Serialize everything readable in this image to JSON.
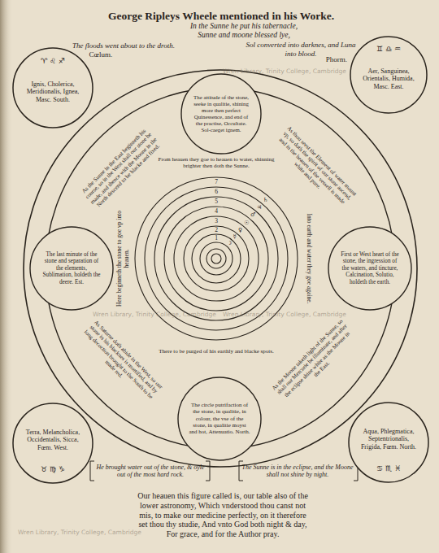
{
  "diagram": {
    "title": "George Ripleys Wheele mentioned in his Worke.",
    "caption": "Our heauen this figure called is, our table also of the lower astronomy, Which vnderstood thou canst not mis, to make our medicine perfectly, on it therefore set thou thy studie, And vnto God both night & day, For grace, and for the Author pray.",
    "nodes": [
      {
        "text": [
          "♈ ♌ ♐",
          "Ignis, Cholerica, Meridionalis, Ignea, Masc. South."
        ]
      },
      {
        "text": [
          "♊ ♎ ♒",
          "Aer, Sanguinea, Orientalis, Humida, Masc. East."
        ]
      },
      {
        "text": [
          "As the Sunne in the East beginneth his course, so in the West shall our stone be made, and thence with the Moone in the North descend to be blacke and fixed.",
          "From heauen they goe to heauen to water, shinning brighter then doth the Sunne.",
          "As thou seest the Element of water mount vp, so doth the spirit of our stone ascend, and in the heauen of the vessell is made white and pure.",
          "Here beginneth the stone to goe vp into heauen.",
          "Into earth and water they goe againe.",
          "There to be purged of his earthly and blacke spots.",
          "As Saturne doth abide in the West, so our stone in his blacknes is mortified, and by long decoction brought to the South to be made red.",
          "As the Moone taketh light of the Sunne, so shall our Mercurie be illuminate, and after the eclipse shine white as the Moone in the East."
        ]
      },
      {
        "text": [
          "The attitude of the stone, seeke in qualitie, shining more then perfect Quinessence, and end of the practise, Occultate. Sol-caeget ignem."
        ],
        "in": 2
      },
      {
        "text": [
          "The last minute of the stone and separation of the elements, Sublimation, holdeth the deere. Est."
        ],
        "in": 2
      },
      {
        "text": [
          "First or West heart of the stone, the ingression of the waters, and tincture, Calcination, Solutio, holdeth the earth."
        ],
        "in": 2
      },
      {
        "text": [
          "The circle putrifaction of the stone, in qualitie, in colour, the vse of the stone, in qualitie moyst and hot, Attenuatio. North."
        ],
        "in": 2
      },
      {
        "text": [
          "Terra, Melancholica, Occidentalis, Sicca, Fœm. West.",
          "♉ ♍ ♑"
        ]
      },
      {
        "text": [
          "Aqua, Phlegmatica, Septentrionalis, Frigida, Fœm. North.",
          "♋ ♏ ♓"
        ]
      }
    ],
    "labels": [
      "In the Sunne he put his tabernacle,",
      "Sunne and moone blessed lye,",
      "The floods went about to the droth.",
      "Sol converted into darknes, and Luna into blood.",
      "Cœlum.",
      "Phorm.",
      "7",
      "6",
      "5",
      "4",
      "3",
      "2",
      "1",
      "♄",
      "♃",
      "♂",
      "☉",
      "♀",
      "☿",
      "☽",
      "He brought water out of the stone, & oyle out of the most hard rock.",
      "The Sunne is in the eclipse, and the Moone shall not shine by night.",
      "Wren Library, Trinity College, Cambridge",
      "Wren Library, Trinity College, Cambridge",
      "Wren Library, Trinity College, Cambridge",
      "Wren Library, Trinity College, Cambridge"
    ]
  }
}
